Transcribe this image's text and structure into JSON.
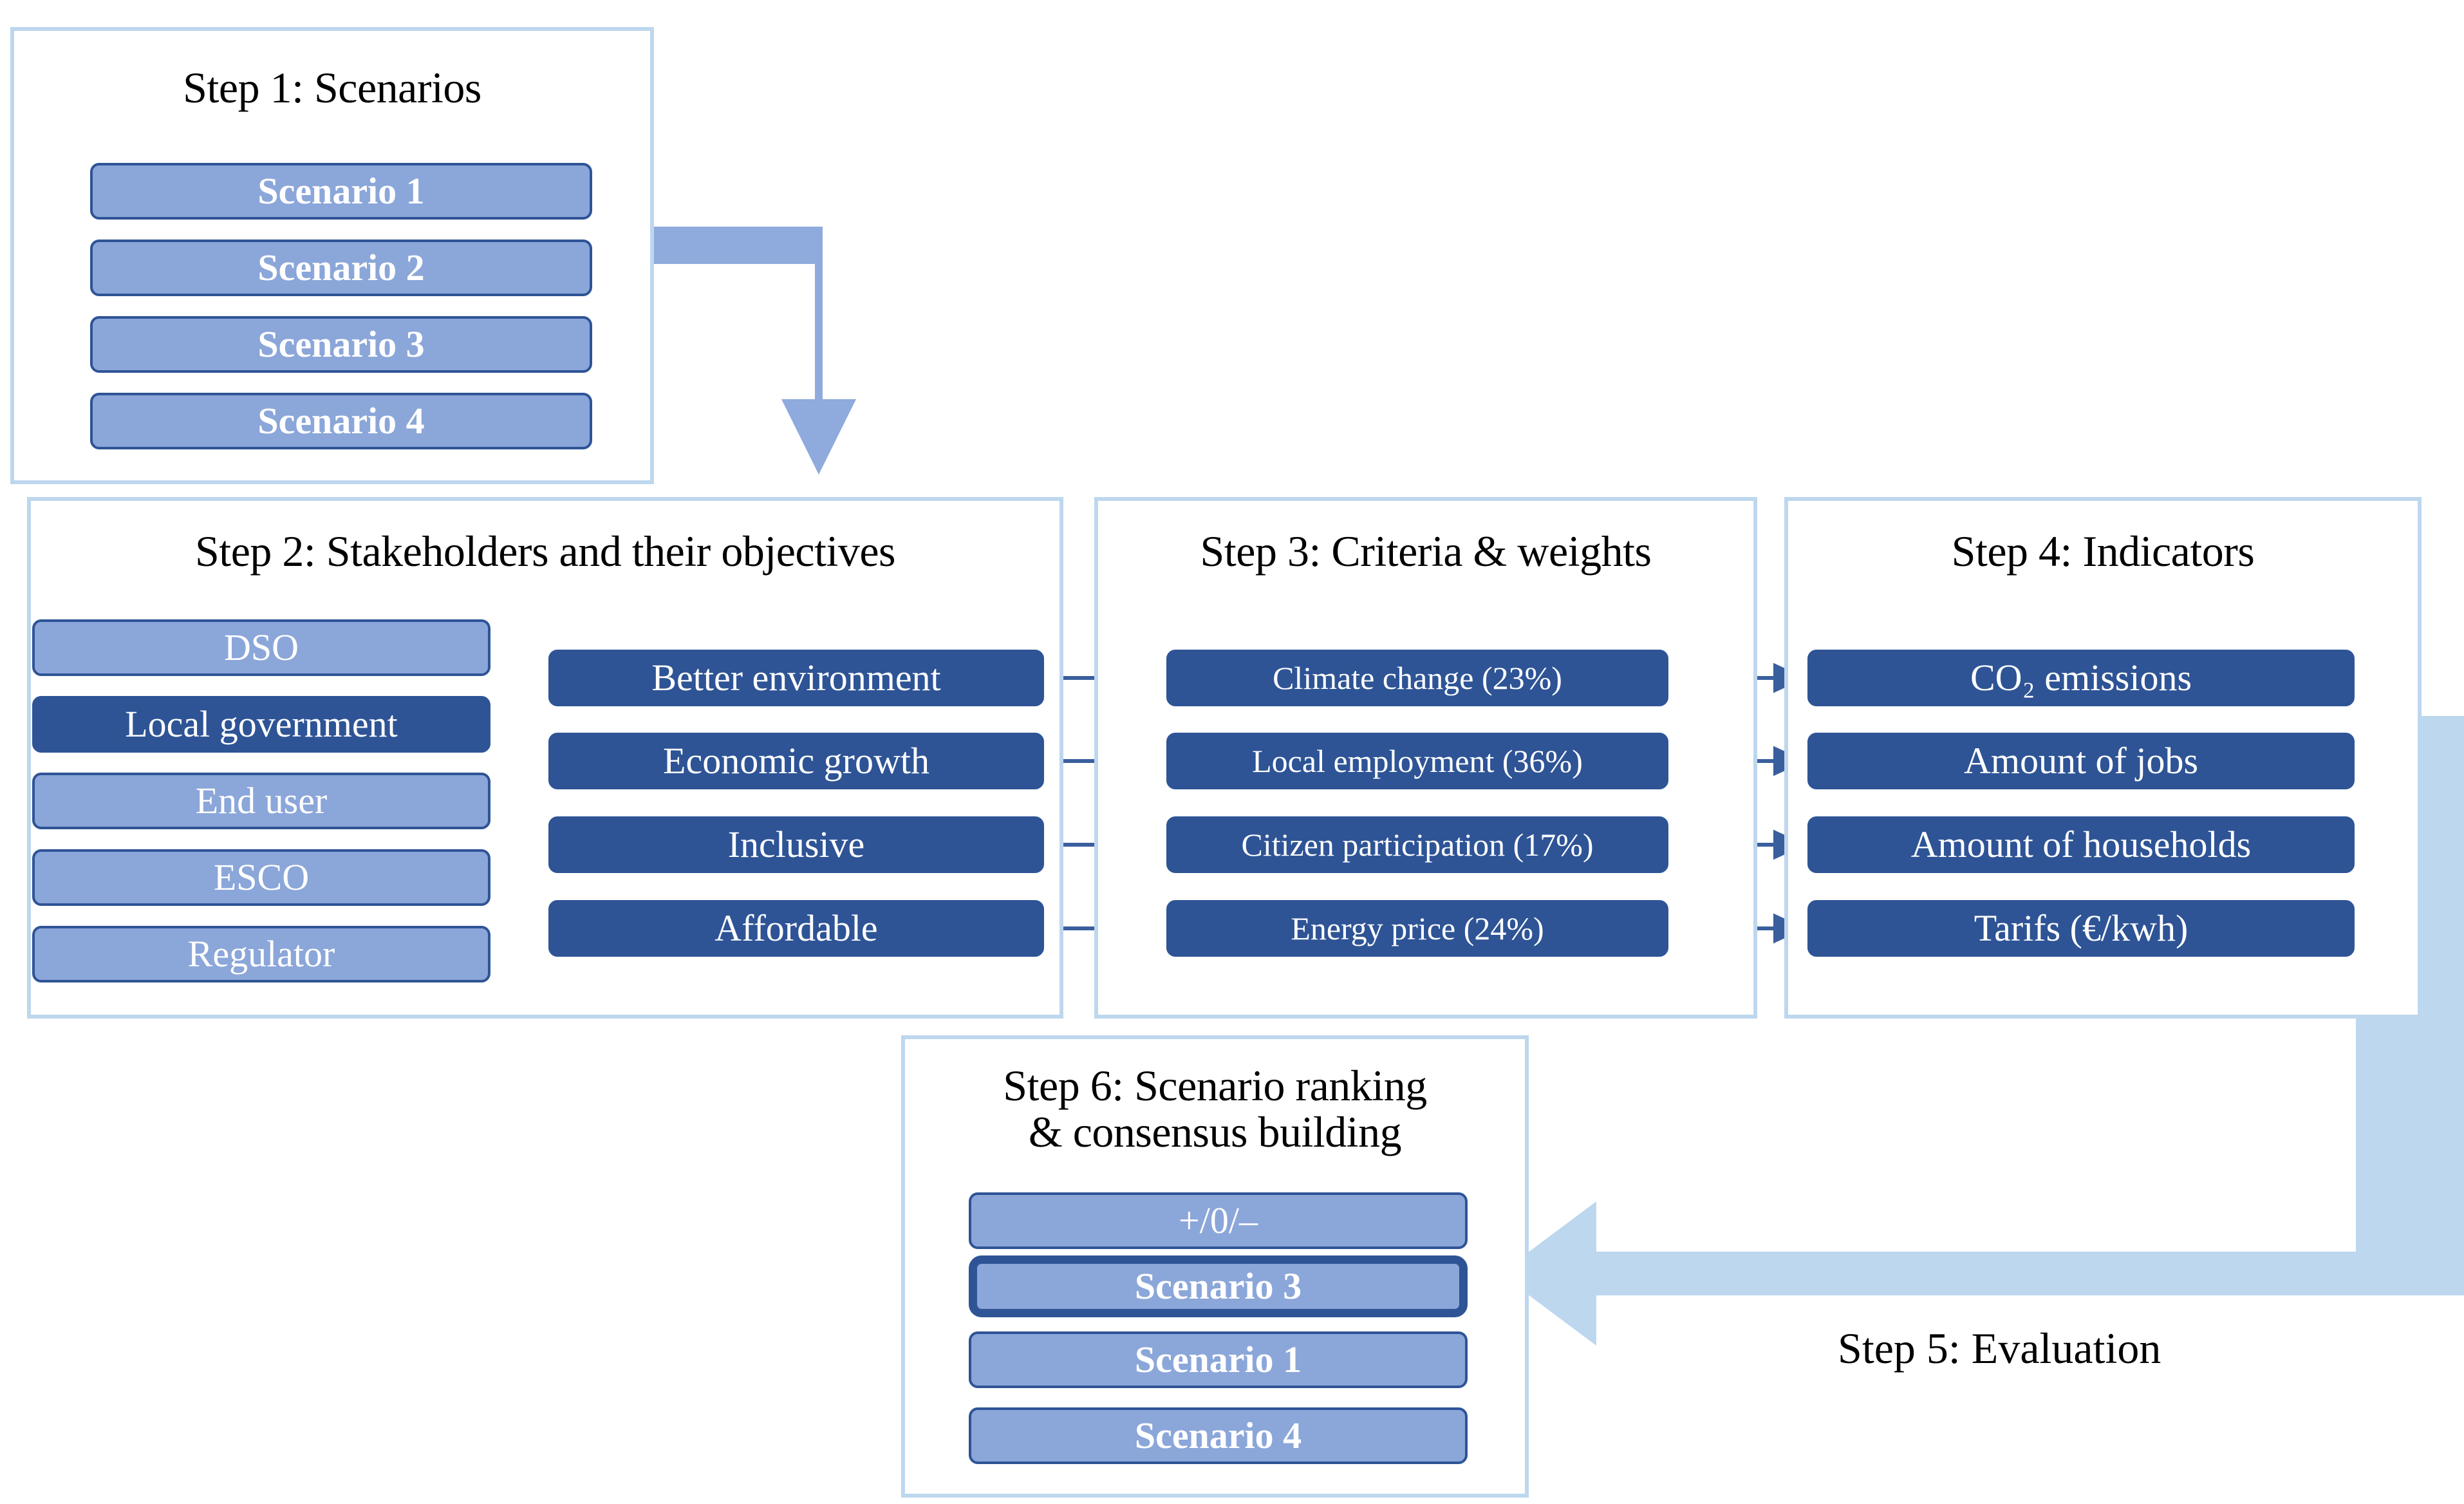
{
  "diagram": {
    "title_text_color": "#000000",
    "colors": {
      "panel_border": "#BDD7EE",
      "chip_light_fill": "#8BA6D9",
      "chip_dark_fill": "#2E5496",
      "chip_border": "#2E5496",
      "big_arrow_step1": "#8FAADC",
      "big_arrow_step5": "#BDD7EE",
      "thin_arrow": "#3A5F9E"
    }
  },
  "step1": {
    "title": "Step 1: Scenarios",
    "items": [
      {
        "label": "Scenario 1"
      },
      {
        "label": "Scenario 2"
      },
      {
        "label": "Scenario 3"
      },
      {
        "label": "Scenario 4"
      }
    ]
  },
  "step2": {
    "title": "Step 2: Stakeholders and their objectives",
    "stakeholders": [
      {
        "label": "DSO",
        "highlighted": false
      },
      {
        "label": "Local government",
        "highlighted": true
      },
      {
        "label": "End user",
        "highlighted": false
      },
      {
        "label": "ESCO",
        "highlighted": false
      },
      {
        "label": "Regulator",
        "highlighted": false
      }
    ],
    "objectives": [
      {
        "label": "Better environment"
      },
      {
        "label": "Economic growth"
      },
      {
        "label": "Inclusive"
      },
      {
        "label": "Affordable"
      }
    ]
  },
  "step3": {
    "title": "Step 3: Criteria & weights",
    "criteria": [
      {
        "label": "Climate change (23%)",
        "name": "Climate change",
        "weight": 23
      },
      {
        "label": "Local employment (36%)",
        "name": "Local employment",
        "weight": 36
      },
      {
        "label": "Citizen participation  (17%)",
        "name": "Citizen participation",
        "weight": 17
      },
      {
        "label": "Energy price (24%)",
        "name": "Energy price",
        "weight": 24
      }
    ]
  },
  "step4": {
    "title": "Step 4: Indicators",
    "indicators": [
      {
        "label": "CO₂ emissions"
      },
      {
        "label": "Amount of jobs"
      },
      {
        "label": "Amount of households"
      },
      {
        "label": "Tarifs (€/kwh)"
      }
    ]
  },
  "step5": {
    "label": "Step 5: Evaluation"
  },
  "step6": {
    "title": "Step 6: Scenario ranking\n& consensus building",
    "ranking": [
      {
        "label": "+/0/–",
        "selected": false
      },
      {
        "label": "Scenario 3",
        "selected": true
      },
      {
        "label": "Scenario 1",
        "selected": false
      },
      {
        "label": "Scenario 4",
        "selected": false
      }
    ]
  }
}
